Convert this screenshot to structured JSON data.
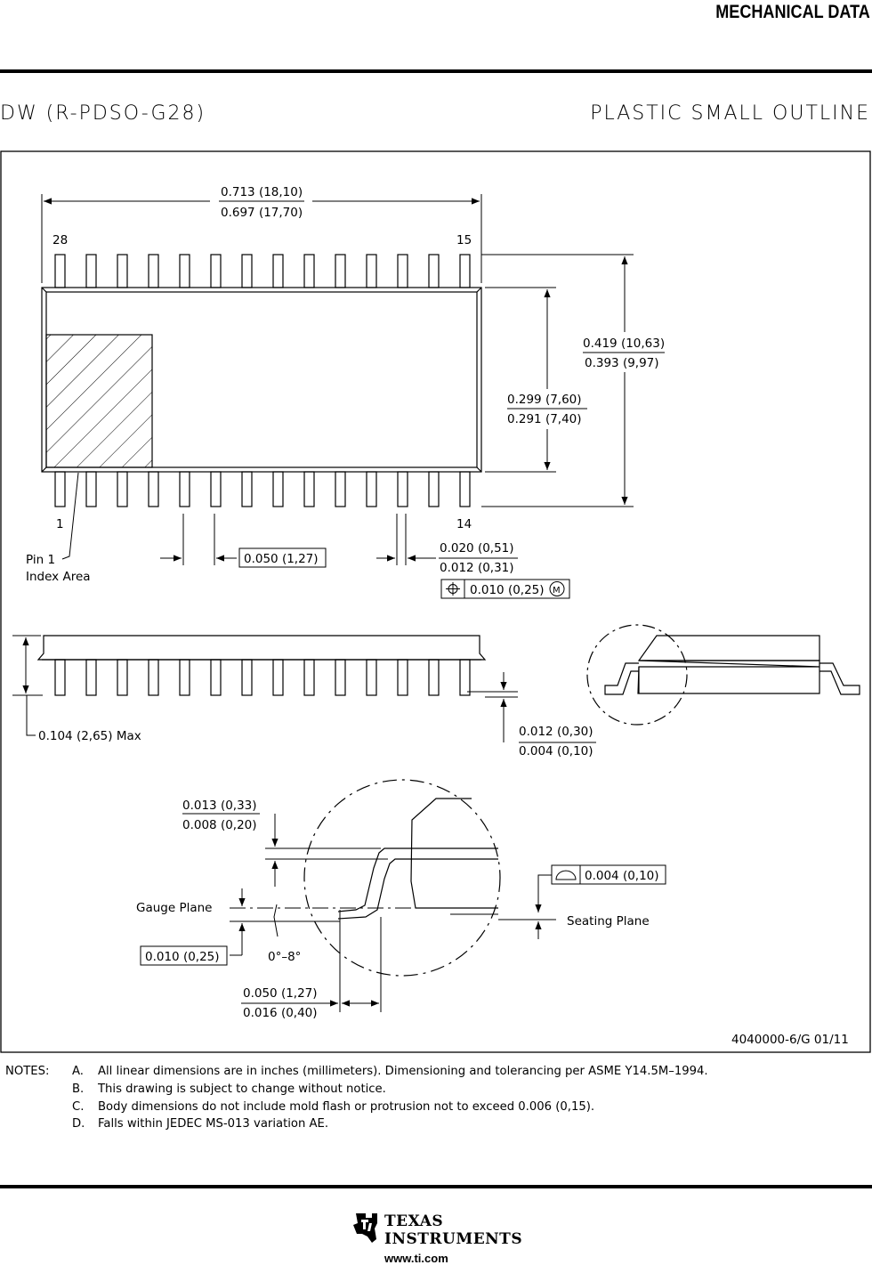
{
  "header": {
    "section_title": "MECHANICAL DATA",
    "package_code": "DW (R-PDSO-G28)",
    "package_type": "PLASTIC SMALL OUTLINE"
  },
  "drawing": {
    "body_length_max": "0.713 (18,10)",
    "body_length_min": "0.697 (17,70)",
    "pin_28": "28",
    "pin_15": "15",
    "pin_1": "1",
    "pin_14": "14",
    "overall_width_max": "0.419 (10,63)",
    "overall_width_min": "0.393 (9,97)",
    "body_width_max": "0.299 (7,60)",
    "body_width_min": "0.291 (7,40)",
    "pin1_label_line1": "Pin 1",
    "pin1_label_line2": "Index Area",
    "pitch": "0.050 (1,27)",
    "lead_width_max": "0.020 (0,51)",
    "lead_width_min": "0.012 (0,31)",
    "position_tolerance": "0.010 (0,25)",
    "position_modifier": "M",
    "height_max": "0.104 (2,65) Max",
    "standoff_max": "0.012 (0,30)",
    "standoff_min": "0.004 (0,10)",
    "lead_thickness_max": "0.013 (0,33)",
    "lead_thickness_min": "0.008 (0,20)",
    "gauge_plane": "Gauge Plane",
    "gauge_dim": "0.010 (0,25)",
    "angle": "0°–8°",
    "foot_length_max": "0.050 (1,27)",
    "foot_length_min": "0.016 (0,40)",
    "coplanarity": "0.004 (0,10)",
    "seating_plane": "Seating Plane",
    "drawing_number": "4040000-6/G 01/11"
  },
  "notes": {
    "heading": "NOTES:",
    "items": [
      {
        "letter": "A.",
        "text": "All linear dimensions are in inches (millimeters). Dimensioning and tolerancing per ASME Y14.5M–1994."
      },
      {
        "letter": "B.",
        "text": "This drawing is subject to change without notice."
      },
      {
        "letter": "C.",
        "text": "Body dimensions do not include mold flash or protrusion not to exceed 0.006 (0,15)."
      },
      {
        "letter": "D.",
        "text": "Falls within JEDEC MS-013 variation AE."
      }
    ]
  },
  "footer": {
    "logo_line1": "Texas",
    "logo_line2": "Instruments",
    "url": "www.ti.com"
  }
}
